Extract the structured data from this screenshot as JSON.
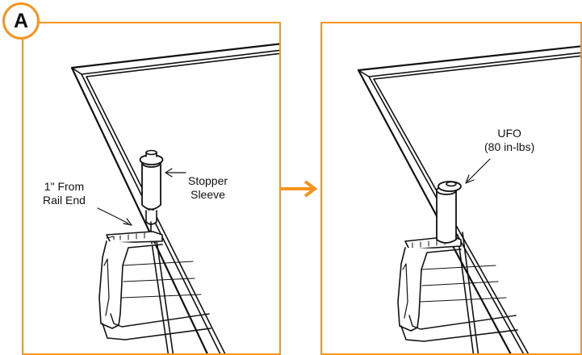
{
  "badge": "A",
  "left_panel": {
    "label_rail_end": [
      "1\" From",
      "Rail End"
    ],
    "label_stopper": [
      "Stopper",
      "Sleeve"
    ]
  },
  "right_panel": {
    "label_ufo": [
      "UFO",
      "(80 in-lbs)"
    ]
  },
  "colors": {
    "accent": "#F7941D",
    "line": "#111111"
  },
  "icons": [
    "step-arrow-icon"
  ]
}
